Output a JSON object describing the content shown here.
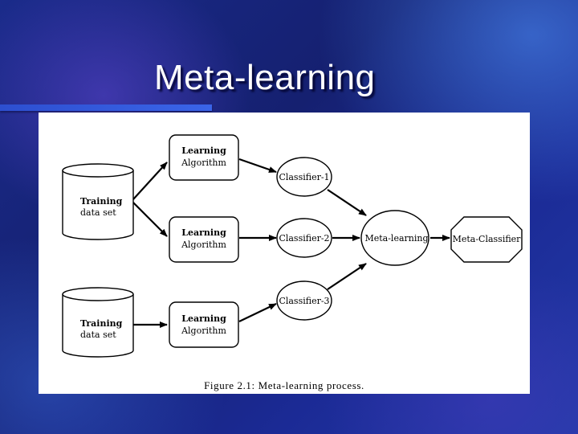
{
  "slide": {
    "title": "Meta-learning"
  },
  "figure": {
    "caption": "Figure 2.1: Meta-learning process.",
    "training_sets": [
      {
        "line1": "Training",
        "line2": "data set"
      },
      {
        "line1": "Training",
        "line2": "data set"
      }
    ],
    "learning_algorithms": [
      {
        "line1": "Learning",
        "line2": "Algorithm"
      },
      {
        "line1": "Learning",
        "line2": "Algorithm"
      },
      {
        "line1": "Learning",
        "line2": "Algorithm"
      }
    ],
    "classifiers": [
      {
        "label": "Classifier-1"
      },
      {
        "label": "Classifier-2"
      },
      {
        "label": "Classifier-3"
      }
    ],
    "meta_learning": {
      "label": "Meta-learning"
    },
    "meta_classifier": {
      "label": "Meta-Classifier"
    }
  }
}
